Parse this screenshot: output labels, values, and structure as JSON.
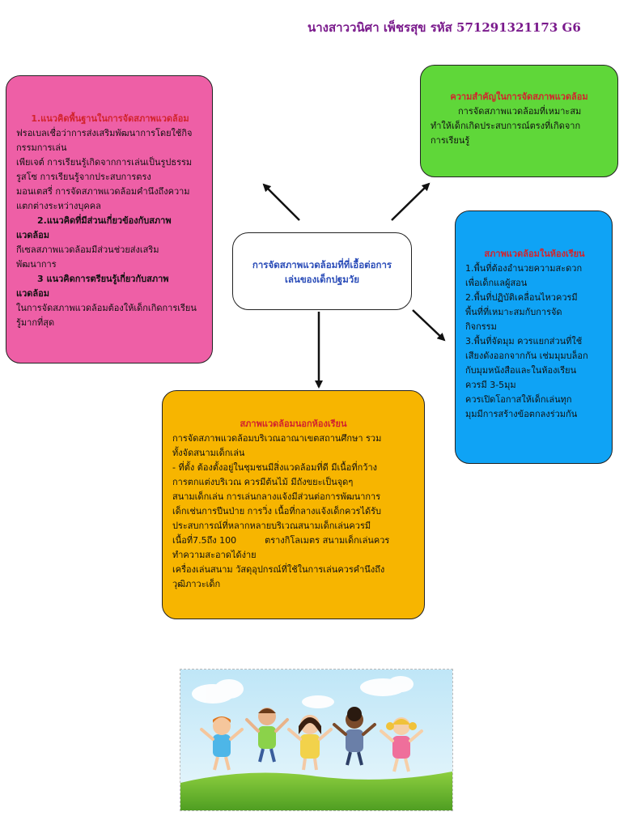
{
  "author": "นางสาววนิศา  เพ็ชรสุข รหัส 571291321173 G6",
  "center": {
    "line1": "การจัดสภาพแวดล้อมที่ที่เอื้อต่อการ",
    "line2": "เล่นของเด็กปฐมวัย"
  },
  "pink": {
    "title": "1.แนวคิดพื้นฐานในการจัดสภาพแวดล้อม",
    "l1": "ฟรอเบลเชื่อว่าการส่งเสริมพัฒนาการโดยใช้กิจ",
    "l2": "กรรมการเล่น",
    "l3": "เพียเจต์ การเรียนรู้เกิดจากการเล่นเป็นรูปธรรม",
    "l4": "รูสโซ การเรียนรู้จากประสบการตรง",
    "l5": "มอนเตสรี่ การจัดสภาพแวดล้อมคำนึงถึงความ",
    "l6": "แตกต่างระหว่างบุคคล",
    "h2a": "2.แนวคิดที่มีส่วนเกี่ยวข้องกับสภาพ",
    "h2b": "แวดล้อม",
    "l7": " กีเซลสภาพแวดล้อมมีส่วนช่วยส่งเสริม",
    "l8": "พัฒนาการ",
    "h3a": "3 แนวคิดการตรียนรู้เกี่ยวกับสภาพ",
    "h3b": "แวดล้อม",
    "l9": "ในการจัดสภาพแวดล้อมต้องให้เด็กเกิดการเรียน",
    "l10": "รู้มากที่สุด"
  },
  "green": {
    "title": "ความสำคัญในการจัดสภาพแวดล้อม",
    "l1": "การจัดสภาพแวดล้อมที่เหมาะสม",
    "l2": "ทำให้เด็กเกิดประสบการณ์ตรงที่เกิดจาก",
    "l3": "การเรียนรู้"
  },
  "blue": {
    "title": "สภาพแวดล้อมในห้องเรียน",
    "l1": "1.พื้นที่ต้องอำนวยความสะดวก",
    "l2": "เพื่อเด็กแลผู้สอน",
    "l3": "2.พื้นที่ปฏิบัติเคลื่อนไหวควรมี",
    "l4": "พื้นที่ที่เหมาะสมกับการจัด",
    "l5": "กิจกรรม",
    "l6": "3.พื้นที่จัดมุม ควรแยกส่วนที่ใช้",
    "l7": "เสียงดังออกจากกัน เช่มมุมบล็อก",
    "l8": "กับมุมหนังสือและในห้องเรียน",
    "l9": "ควรมี 3-5มุม",
    "l10": "ควรเปิดโอกาสให้เด็กเล่นทุก",
    "l11": "มุมมีการสร้างข้อตกลงร่วมกัน"
  },
  "orange": {
    "title": "สภาพแวดล้อมนอกห้องเรียน",
    "l1": "การจัดสภาพแวดล้อมบริเวณอาณาเขตสถานศึกษา รวม",
    "l2": "ทั้งจัดสนามเด็กเล่น",
    "l3": "-  ที่ตั้ง ต้องตั้งอยู่ในชุมชนมีสิ่งแวดล้อมที่ดี มีเนื้อที่กว้าง",
    "l4": "การตกแต่งบริเวณ ควรมีต้นไม้ มีถังขยะเป็นจุดๆ",
    "l5": "สนามเด็กเล่น การเล่นกลางแจ้งมีส่วนต่อการพัฒนาการ",
    "l6": "เด็กเช่นการปีนป่าย การวิ่ง เนื้อที่กลางแจ้งเด็กควรได้รับ",
    "l7": "ประสบการณ์ที่หลากหลายบริเวณสนามเด็กเล่นควรมี",
    "l8": "เนื้อที่7.5ถึง 100          ตรางกิโลเมตร สนามเด็กเล่นควร",
    "l9": "ทำความสะอาดได้ง่าย",
    "l10": "เครื่องเล่นสนาม วัสดุอุปกรณ์ที่ใช้ในการเล่นควรคำนึงถึง",
    "l11": "วุฒิภาวะเด็ก"
  },
  "colors": {
    "pink": "#ee5fa6",
    "green": "#5fd739",
    "blue": "#0fa3f5",
    "orange": "#f7b500",
    "title_red": "#d2242d",
    "center_text": "#2a4cb8",
    "author": "#7a1a8c"
  },
  "illustration": "children-jumping-on-grass"
}
